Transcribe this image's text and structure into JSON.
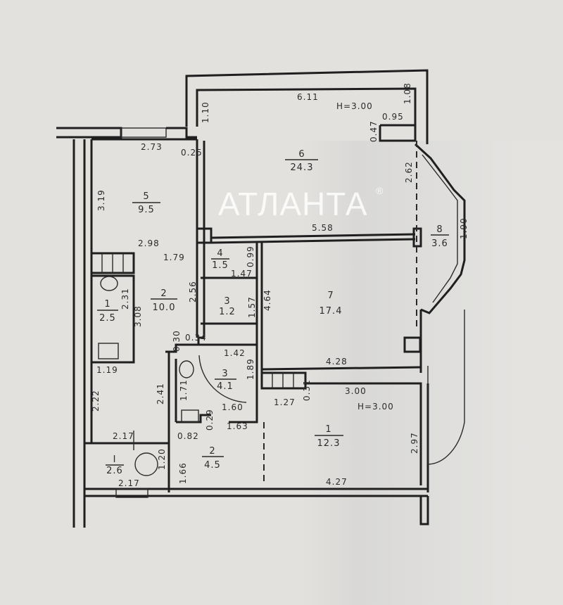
{
  "watermark": {
    "text": "АТЛАНТА",
    "mark": "®"
  },
  "ceiling_height": [
    "H=3.00",
    "H=3.00"
  ],
  "rooms_upper": [
    {
      "num": "5",
      "area": "9.5"
    },
    {
      "num": "6",
      "area": "24.3"
    },
    {
      "num": "2",
      "area": "10.0"
    },
    {
      "num": "1",
      "area": "2.5"
    },
    {
      "num": "4",
      "area": "1.5"
    },
    {
      "num": "3",
      "area": "1.2"
    },
    {
      "num": "7",
      "area": "17.4"
    },
    {
      "num": "8",
      "area": "3.6"
    }
  ],
  "rooms_lower": [
    {
      "num": "3",
      "area": "4.1"
    },
    {
      "num": "2",
      "area": "4.5"
    },
    {
      "num": "1",
      "area": "12.3"
    },
    {
      "num": "I",
      "area": "2.6"
    }
  ],
  "dimensions": [
    "6.11",
    "1.08",
    "0.95",
    "0.47",
    "1.10",
    "2.73",
    "0.25",
    "3.19",
    "2.62",
    "5.58",
    "1.90",
    "2.98",
    "1.79",
    "0.99",
    "1.47",
    "2.56",
    "2.31",
    "3.08",
    "1.57",
    "4.64",
    "0.30",
    "0.34",
    "1.42",
    "1.89",
    "1.71",
    "2.41",
    "1.19",
    "2.22",
    "4.28",
    "0.31",
    "3.00",
    "1.27",
    "1.60",
    "1.63",
    "0.29",
    "0.82",
    "2.17",
    "1.20",
    "1.66",
    "2.17",
    "4.27",
    "2.97"
  ]
}
